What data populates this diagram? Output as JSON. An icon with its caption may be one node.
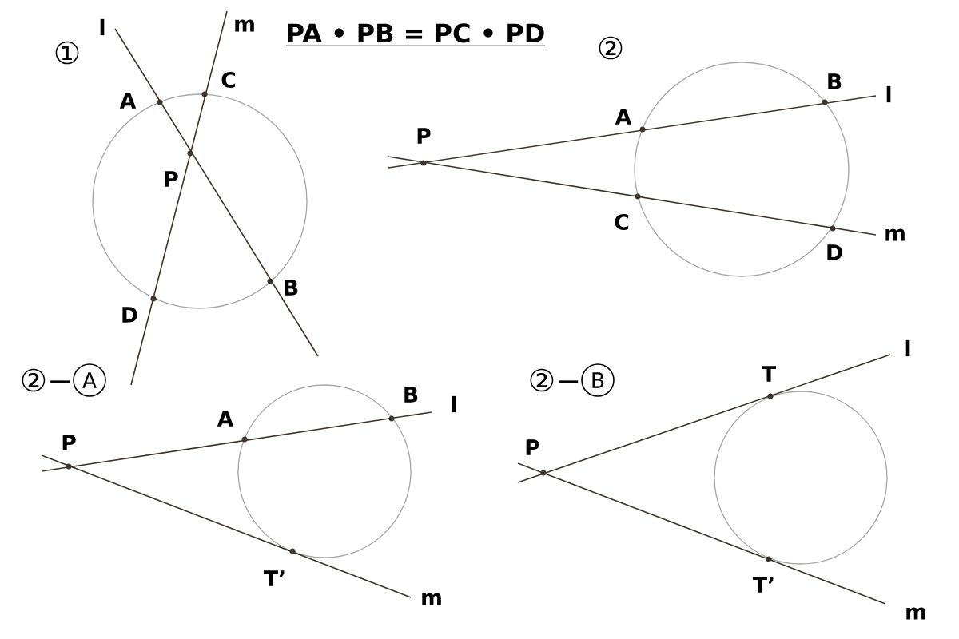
{
  "diagram": {
    "title": "PA • PB = PC • PD",
    "labels": [
      "①",
      "l",
      "m",
      "C",
      "A",
      "P",
      "B",
      "D",
      "②",
      "B",
      "l",
      "A",
      "P",
      "C",
      "D",
      "m",
      "②−",
      "A",
      "P",
      "A",
      "B",
      "l",
      "T’",
      "m",
      "②−",
      "B",
      "l",
      "T",
      "P",
      "T’",
      "m"
    ]
  }
}
